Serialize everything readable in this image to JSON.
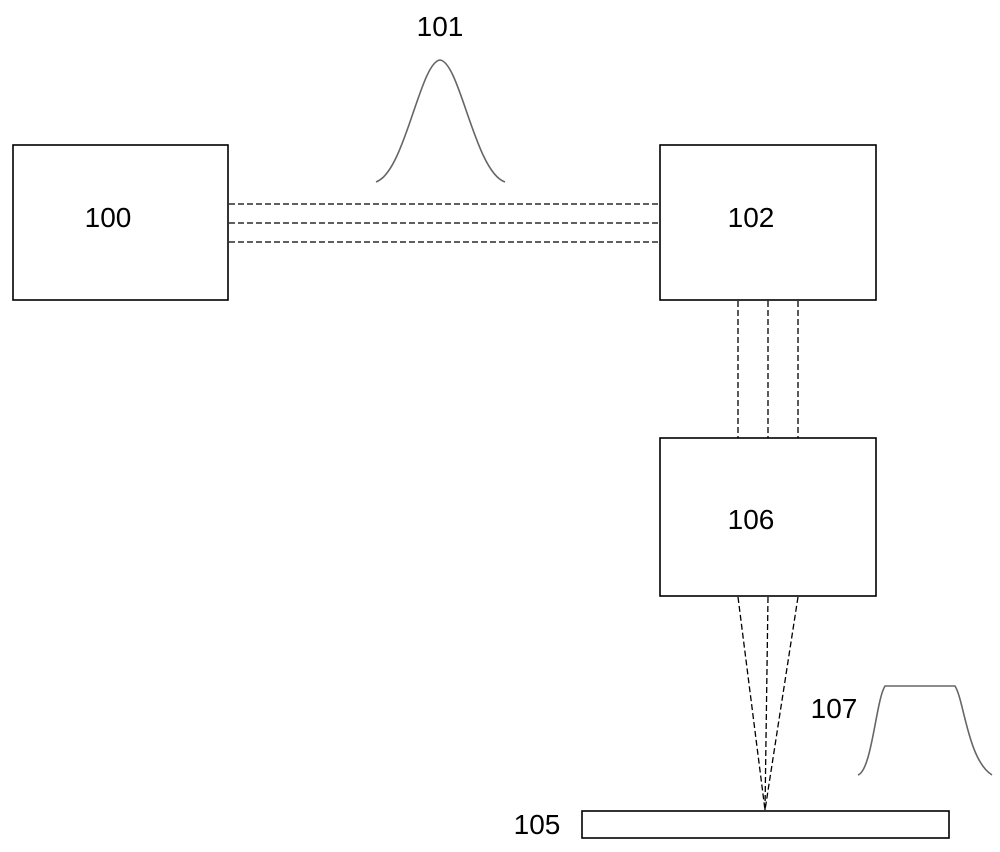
{
  "labels": {
    "laser_source": "100",
    "input_pulse_profile": "101",
    "beam_shaper": "102",
    "focusing_unit": "106",
    "workpiece": "105",
    "output_pulse_profile": "107"
  },
  "colors": {
    "lines": "#000000",
    "profiles": "#666666",
    "background": "#ffffff"
  }
}
